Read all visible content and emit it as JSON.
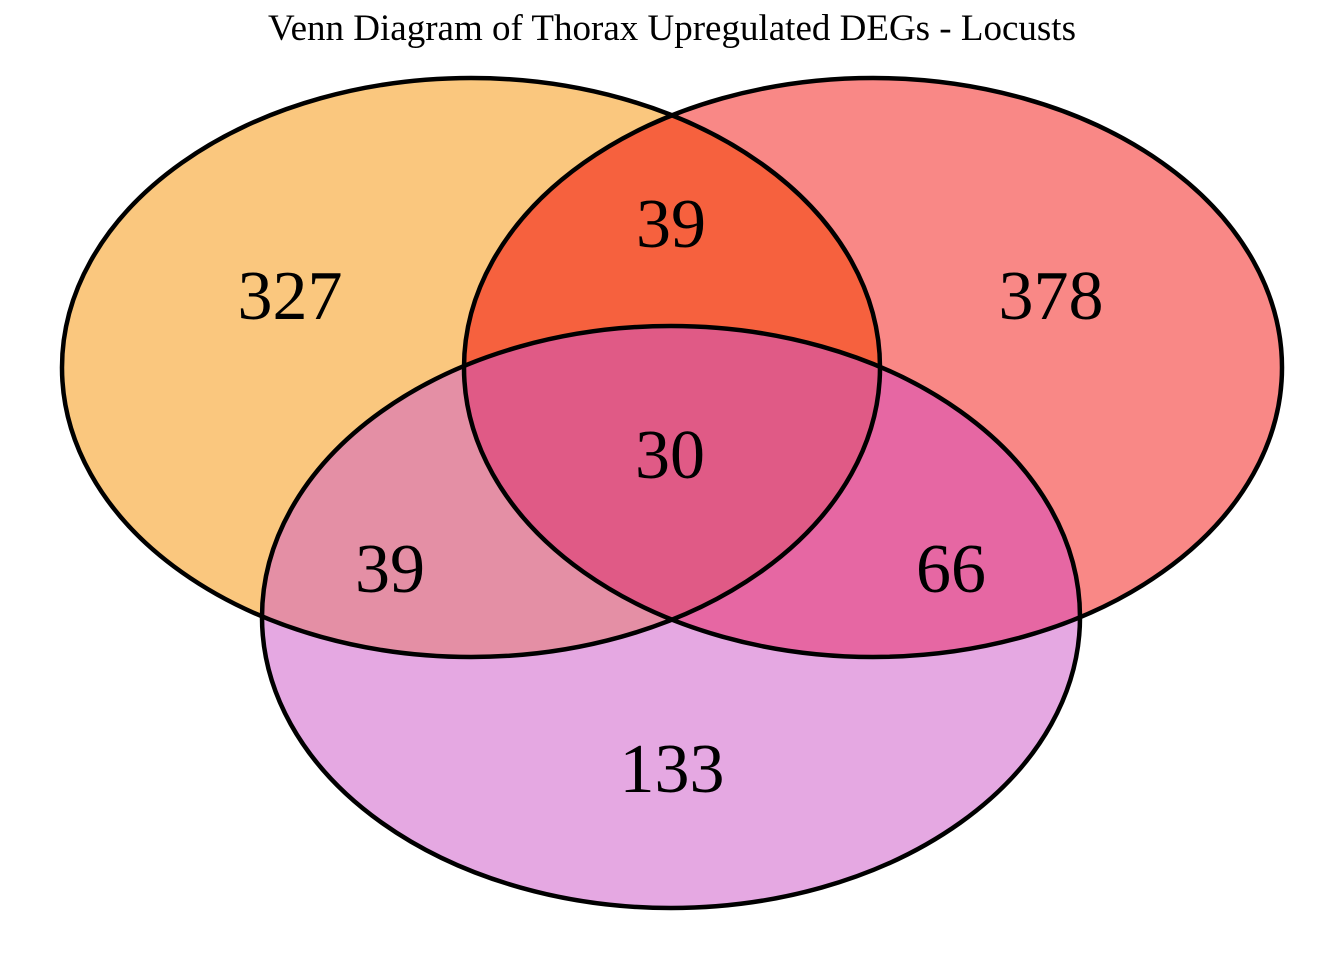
{
  "chart_data": {
    "type": "venn",
    "title": "Venn Diagram of Thorax Upregulated DEGs - Locusts",
    "sets_count": 3,
    "layout": {
      "set_positions": [
        "top-left",
        "top-right",
        "bottom"
      ],
      "legend": "none",
      "grid": false
    },
    "regions": [
      {
        "sets": [
          "top-left"
        ],
        "value": 327
      },
      {
        "sets": [
          "top-right"
        ],
        "value": 378
      },
      {
        "sets": [
          "bottom"
        ],
        "value": 133
      },
      {
        "sets": [
          "top-left",
          "top-right"
        ],
        "value": 39
      },
      {
        "sets": [
          "top-left",
          "bottom"
        ],
        "value": 39
      },
      {
        "sets": [
          "top-right",
          "bottom"
        ],
        "value": 66
      },
      {
        "sets": [
          "top-left",
          "top-right",
          "bottom"
        ],
        "value": 30
      }
    ]
  },
  "colors": {
    "left_fill": "#FAC77E",
    "right_fill": "#F98886",
    "bottom_fill": "#E5A8E2",
    "left_right_fill": "#F6613E",
    "left_bottom_fill": "#E48FA5",
    "right_bottom_fill": "#E667A3",
    "center_fill": "#E05A86",
    "outline": "#000000",
    "text": "#000000"
  }
}
